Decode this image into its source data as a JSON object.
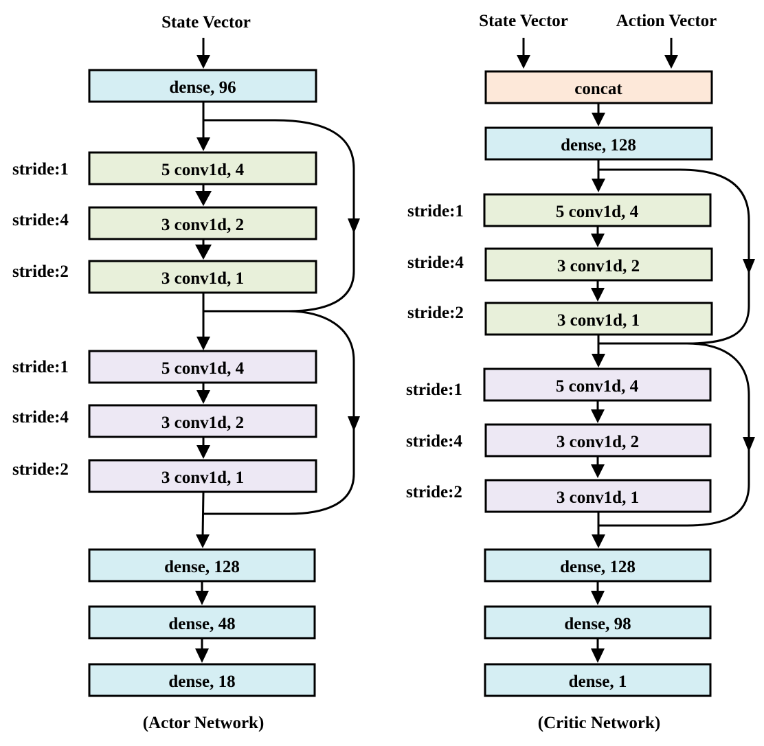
{
  "colors": {
    "dense": "#d5eef3",
    "conv_block1": "#e8f0da",
    "conv_block2": "#ede8f4",
    "concat": "#fde8d9",
    "stroke": "#000000"
  },
  "actor": {
    "input_label": "State Vector",
    "caption": "(Actor Network)",
    "dense_in": "dense, 96",
    "block1": [
      {
        "stride": "stride:1",
        "label": "5 conv1d, 4"
      },
      {
        "stride": "stride:4",
        "label": "3 conv1d, 2"
      },
      {
        "stride": "stride:2",
        "label": "3 conv1d, 1"
      }
    ],
    "block2": [
      {
        "stride": "stride:1",
        "label": "5 conv1d, 4"
      },
      {
        "stride": "stride:4",
        "label": "3 conv1d, 2"
      },
      {
        "stride": "stride:2",
        "label": "3 conv1d, 1"
      }
    ],
    "dense_out": [
      "dense, 128",
      "dense, 48",
      "dense, 18"
    ]
  },
  "critic": {
    "input_label_state": "State Vector",
    "input_label_action": "Action Vector",
    "caption": "(Critic Network)",
    "concat": "concat",
    "dense_in": "dense, 128",
    "block1": [
      {
        "stride": "stride:1",
        "label": "5 conv1d, 4"
      },
      {
        "stride": "stride:4",
        "label": "3 conv1d, 2"
      },
      {
        "stride": "stride:2",
        "label": "3 conv1d, 1"
      }
    ],
    "block2": [
      {
        "stride": "stride:1",
        "label": "5 conv1d, 4"
      },
      {
        "stride": "stride:4",
        "label": "3 conv1d, 2"
      },
      {
        "stride": "stride:2",
        "label": "3 conv1d, 1"
      }
    ],
    "dense_out": [
      "dense, 128",
      "dense, 98",
      "dense, 1"
    ]
  }
}
